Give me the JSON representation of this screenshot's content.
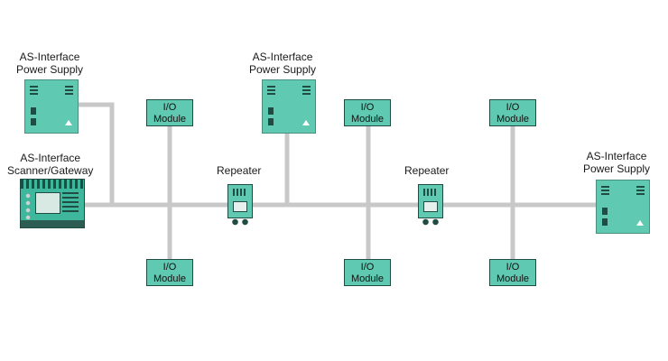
{
  "labels": {
    "ps_label_1": "AS-Interface\nPower Supply",
    "ps_label_2": "AS-Interface\nPower Supply",
    "ps_label_3": "AS-Interface\nPower Supply",
    "gateway_label": "AS-Interface\nScanner/Gateway",
    "repeater_1": "Repeater",
    "repeater_2": "Repeater"
  },
  "io_modules": [
    {
      "text": "I/O\nModule"
    },
    {
      "text": "I/O\nModule"
    },
    {
      "text": "I/O\nModule"
    },
    {
      "text": "I/O\nModule"
    },
    {
      "text": "I/O\nModule"
    },
    {
      "text": "I/O\nModule"
    }
  ],
  "colors": {
    "module": "#5fc9b1",
    "line": "#c8c8c8",
    "dark": "#1f4d44"
  }
}
